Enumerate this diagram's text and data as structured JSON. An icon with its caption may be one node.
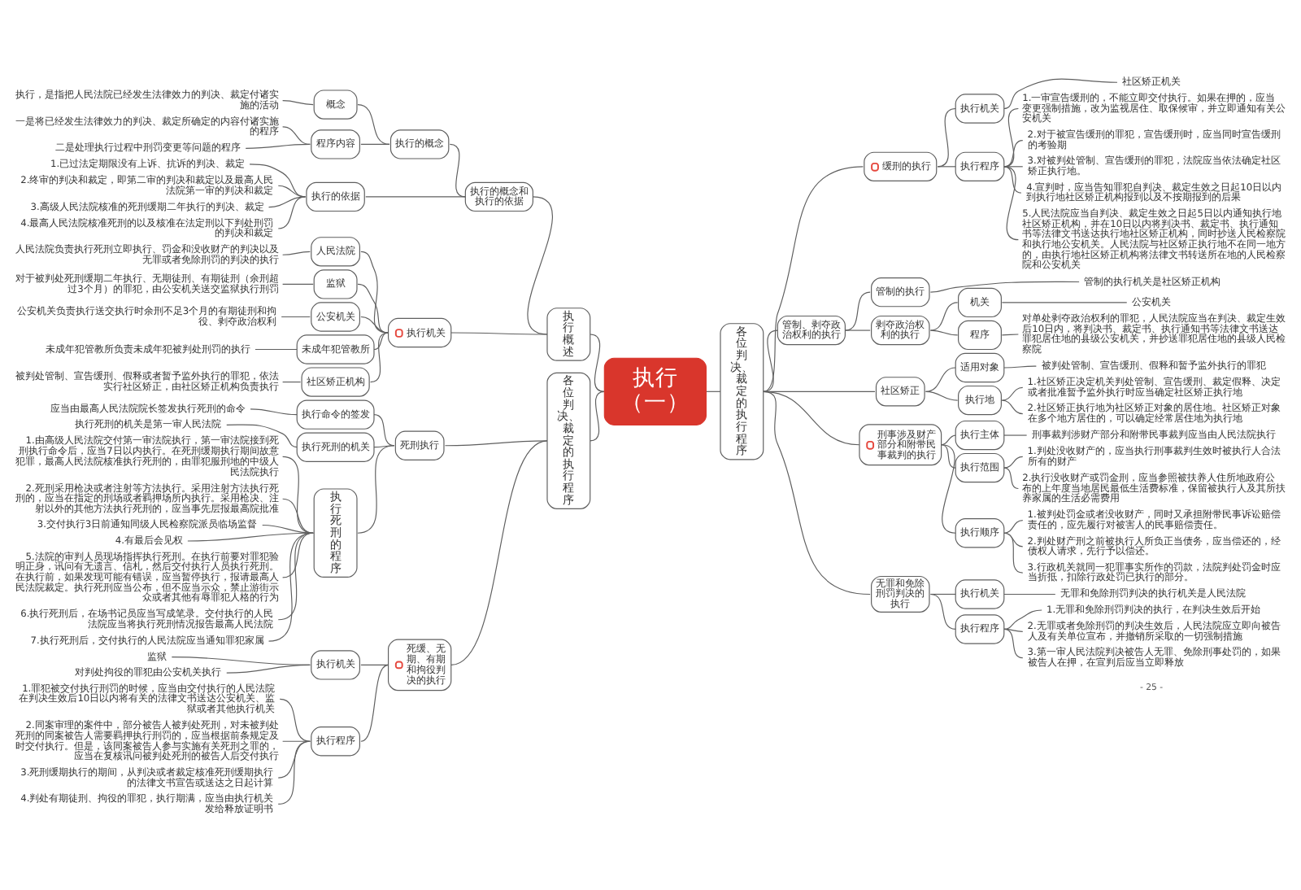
{
  "diagram": {
    "nodes": [
      {
        "text": [
          "执行",
          "（一）"
        ]
      },
      {
        "text": [
          "各位判决、裁定的执行程序"
        ]
      },
      {
        "text": [
          "缓刑的执行"
        ]
      },
      {
        "text": [
          "执行机关"
        ]
      },
      {
        "text": [
          "社区矫正机关"
        ]
      },
      {
        "text": [
          "执行程序"
        ]
      },
      {
        "text": [
          "1.一审宣告缓刑的，不能立即交付执行。如果在押的，应当变更强制措施，改为监视居住、取保候审，并立即通知有关公安机关"
        ]
      },
      {
        "text": [
          "2.对于被宣告缓刑的罪犯，宣告缓刑时，应当同时宣告缓刑的考验期"
        ]
      },
      {
        "text": [
          "3.对被判处管制、宣告缓刑的罪犯，法院应当依法确定社区矫正执行地。"
        ]
      },
      {
        "text": [
          "4.宣判时，应当告知罪犯自判决、裁定生效之日起10日以内到执行地社区矫正机构报到以及不按期报到的后果"
        ]
      },
      {
        "text": [
          "5.人民法院应当自判决、裁定生效之日起5日以内通知执行地社区矫正机构，并在10日以内将判决书、裁定书、执行通知书等法律文书送达执行地社区矫正机构，同时抄送人民检察院和执行地公安机关。人民法院与社区矫正执行地不在同一地方的，由执行地社区矫正机构将法律文书转送所在地的人民检察院和公安机关"
        ]
      },
      {
        "text": [
          "管制、剥夺政治权利的执行"
        ]
      },
      {
        "text": [
          "管制的执行"
        ]
      },
      {
        "text": [
          "管制的执行机关是社区矫正机构"
        ]
      },
      {
        "text": [
          "剥夺政治权利的执行"
        ]
      },
      {
        "text": [
          "机关"
        ]
      },
      {
        "text": [
          "公安机关"
        ]
      },
      {
        "text": [
          "程序"
        ]
      },
      {
        "text": [
          "对单处剥夺政治权利的罪犯，人民法院应当在判决、裁定生效后10日内，将判决书、裁定书、执行通知书等法律文书送达罪犯居住地的县级公安机关，并抄送罪犯居住地的县级人民检察院"
        ]
      },
      {
        "text": [
          "社区矫正"
        ]
      },
      {
        "text": [
          "适用对象"
        ]
      },
      {
        "text": [
          "被判处管制、宣告缓刑、假释和暂予监外执行的罪犯"
        ]
      },
      {
        "text": [
          "执行地"
        ]
      },
      {
        "text": [
          "1.社区矫正决定机关判处管制、宣告缓刑、裁定假释、决定或者批准暂予监外执行时应当确定社区矫正执行地"
        ]
      },
      {
        "text": [
          "2.社区矫正执行地为社区矫正对象的居住地。社区矫正对象在多个地方居住的，可以确定经常居住地为执行地"
        ]
      },
      {
        "text": [
          "刑事涉及财产部分和附带民事裁判的执行"
        ]
      },
      {
        "text": [
          "执行主体"
        ]
      },
      {
        "text": [
          "刑事裁判涉财产部分和附带民事裁判应当由人民法院执行"
        ]
      },
      {
        "text": [
          "执行范围"
        ]
      },
      {
        "text": [
          "1.判处没收财产的，应当执行刑事裁判生效时被执行人合法所有的财产"
        ]
      },
      {
        "text": [
          "2.执行没收财产或罚金刑，应当参照被扶养人住所地政府公布的上年度当地居民最低生活费标准，保留被执行人及其所扶养家属的生活必需费用"
        ]
      },
      {
        "text": [
          "执行顺序"
        ]
      },
      {
        "text": [
          "1.被判处罚金或者没收财产，同时又承担附带民事诉讼赔偿责任的，应先履行对被害人的民事赔偿责任。"
        ]
      },
      {
        "text": [
          "2.判处财产刑之前被执行人所负正当债务，应当偿还的，经债权人请求，先行予以偿还。"
        ]
      },
      {
        "text": [
          "3.行政机关就同一犯罪事实所作的罚款，法院判处罚金时应当折抵，扣除行政处罚已执行的部分。"
        ]
      },
      {
        "text": [
          "无罪和免除刑罚判决的执行"
        ]
      },
      {
        "text": [
          "执行机关"
        ]
      },
      {
        "text": [
          "无罪和免除刑罚判决的执行机关是人民法院"
        ]
      },
      {
        "text": [
          "执行程序"
        ]
      },
      {
        "text": [
          "1.无罪和免除刑罚判决的执行，在判决生效后开始"
        ]
      },
      {
        "text": [
          "2.无罪或者免除刑罚的判决生效后，人民法院应立即向被告人及有关单位宣布，并撤销所采取的一切强制措施"
        ]
      },
      {
        "text": [
          "3.第一审人民法院判决被告人无罪、免除刑事处罚的，如果被告人在押，在宣判后应当立即释放"
        ]
      },
      {
        "text": [
          "各位判决、裁定的执行程序"
        ]
      },
      {
        "text": [
          "死刑执行"
        ]
      },
      {
        "text": [
          "执行命令的签发"
        ]
      },
      {
        "text": [
          "应当由最高人民法院院长签发执行死刑的命令"
        ]
      },
      {
        "text": [
          "执行死刑的机关"
        ]
      },
      {
        "text": [
          "执行死刑的机关是第一审人民法院"
        ]
      },
      {
        "text": [
          "执行死刑的程序"
        ]
      },
      {
        "text": [
          "1.由高级人民法院交付第一审法院执行，第一审法院接到死刑执行命令后，应当7日以内执行。在死刑缓期执行期间故意犯罪，最高人民法院核准执行死刑的，由罪犯服刑地的中级人民法院执行"
        ]
      },
      {
        "text": [
          "2.死刑采用枪决或者注射等方法执行。采用注射方法执行死刑的，应当在指定的刑场或者羁押场所内执行。采用枪决、注射以外的其他方法执行死刑的，应当事先层报最高院批准"
        ]
      },
      {
        "text": [
          "3.交付执行3日前通知同级人民检察院派员临场监督"
        ]
      },
      {
        "text": [
          "4.有最后会见权"
        ]
      },
      {
        "text": [
          "5.法院的审判人员现场指挥执行死刑。在执行前要对罪犯验明正身，讯问有无遗言、信札，然后交付执行人员执行死刑。在执行前，如果发现可能有错误，应当暂停执行，报请最高人民法院裁定。执行死刑应当公布，但不应当示众，禁止游街示众或者其他有辱罪犯人格的行为"
        ]
      },
      {
        "text": [
          "6.执行死刑后，在场书记员应当写成笔录。交付执行的人民法院应当将执行死刑情况报告最高人民法院"
        ]
      },
      {
        "text": [
          "7.执行死刑后，交付执行的人民法院应当通知罪犯家属"
        ]
      },
      {
        "text": [
          "死缓、无期、有期和拘役判决的执行"
        ]
      },
      {
        "text": [
          "执行机关"
        ]
      },
      {
        "text": [
          "监狱"
        ]
      },
      {
        "text": [
          "对判处拘役的罪犯由公安机关执行"
        ]
      },
      {
        "text": [
          "执行程序"
        ]
      },
      {
        "text": [
          "1.罪犯被交付执行刑罚的时候，应当由交付执行的人民法院在判决生效后10日以内将有关的法律文书送达公安机关、监狱或者其他执行机关"
        ]
      },
      {
        "text": [
          "2.同案审理的案件中，部分被告人被判处死刑，对未被判处死刑的同案被告人需要羁押执行刑罚的，应当根据前条规定及时交付执行。但是，该同案被告人参与实施有关死刑之罪的，应当在复核讯问被判处死刑的被告人后交付执行"
        ]
      },
      {
        "text": [
          "3.死刑缓期执行的期间，从判决或者裁定核准死刑缓期执行的法律文书宣告或送达之日起计算"
        ]
      },
      {
        "text": [
          "4.判处有期徒刑、拘役的罪犯，执行期满，应当由执行机关发给释放证明书"
        ]
      },
      {
        "text": [
          "执行概述"
        ]
      },
      {
        "text": [
          "执行的概念和执行的依据"
        ]
      },
      {
        "text": [
          "执行的概念"
        ]
      },
      {
        "text": [
          "概念"
        ]
      },
      {
        "text": [
          "执行，是指把人民法院已经发生法律效力的判决、裁定付诸实施的活动"
        ]
      },
      {
        "text": [
          "程序内容"
        ]
      },
      {
        "text": [
          "一是将已经发生法律效力的判决、裁定所确定的内容付诸实施的程序"
        ]
      },
      {
        "text": [
          "二是处理执行过程中刑罚变更等问题的程序"
        ]
      },
      {
        "text": [
          "执行的依据"
        ]
      },
      {
        "text": [
          "1.已过法定期限没有上诉、抗诉的判决、裁定"
        ]
      },
      {
        "text": [
          "2.终审的判决和裁定，即第二审的判决和裁定以及最高人民法院第一审的判决和裁定"
        ]
      },
      {
        "text": [
          "3.高级人民法院核准的死刑缓期二年执行的判决、裁定"
        ]
      },
      {
        "text": [
          "4.最高人民法院核准死刑的以及核准在法定刑以下判处刑罚的判决和裁定"
        ]
      },
      {
        "text": [
          "执行机关"
        ]
      },
      {
        "text": [
          "人民法院"
        ]
      },
      {
        "text": [
          "人民法院负责执行死刑立即执行、罚金和没收财产的判决以及无罪或者免除刑罚的判决的执行"
        ]
      },
      {
        "text": [
          "监狱"
        ]
      },
      {
        "text": [
          "对于被判处死刑缓期二年执行、无期徒刑、有期徒刑（余刑超过3个月）的罪犯，由公安机关送交监狱执行刑罚"
        ]
      },
      {
        "text": [
          "公安机关"
        ]
      },
      {
        "text": [
          "公安机关负责执行送交执行时余刑不足3个月的有期徒刑和拘役、剥夺政治权利"
        ]
      },
      {
        "text": [
          "未成年犯管教所"
        ]
      },
      {
        "text": [
          "未成年犯管教所负责未成年犯被判处刑罚的执行"
        ]
      },
      {
        "text": [
          "社区矫正机构"
        ]
      },
      {
        "text": [
          "被判处管制、宣告缓刑、假释或者暂予监外执行的罪犯，依法实行社区矫正，由社区矫正机构负责执行"
        ]
      }
    ],
    "edges": [
      {
        "from": 0,
        "to": 1,
        "arrow": "none"
      },
      {
        "from": 1,
        "to": 2,
        "arrow": "none"
      },
      {
        "from": 2,
        "to": 3,
        "arrow": "none"
      },
      {
        "from": 3,
        "to": 4,
        "arrow": "none"
      },
      {
        "from": 2,
        "to": 5,
        "arrow": "none"
      },
      {
        "from": 5,
        "to": 6,
        "arrow": "none"
      },
      {
        "from": 5,
        "to": 7,
        "arrow": "none"
      },
      {
        "from": 5,
        "to": 8,
        "arrow": "none"
      },
      {
        "from": 5,
        "to": 9,
        "arrow": "none"
      },
      {
        "from": 5,
        "to": 10,
        "arrow": "none"
      },
      {
        "from": 1,
        "to": 11,
        "arrow": "none"
      },
      {
        "from": 11,
        "to": 12,
        "arrow": "none"
      },
      {
        "from": 12,
        "to": 13,
        "arrow": "none"
      },
      {
        "from": 11,
        "to": 14,
        "arrow": "none"
      },
      {
        "from": 14,
        "to": 15,
        "arrow": "none"
      },
      {
        "from": 15,
        "to": 16,
        "arrow": "none"
      },
      {
        "from": 14,
        "to": 17,
        "arrow": "none"
      },
      {
        "from": 17,
        "to": 18,
        "arrow": "none"
      },
      {
        "from": 1,
        "to": 19,
        "arrow": "none"
      },
      {
        "from": 19,
        "to": 20,
        "arrow": "none"
      },
      {
        "from": 20,
        "to": 21,
        "arrow": "none"
      },
      {
        "from": 19,
        "to": 22,
        "arrow": "none"
      },
      {
        "from": 22,
        "to": 23,
        "arrow": "none"
      },
      {
        "from": 22,
        "to": 24,
        "arrow": "none"
      },
      {
        "from": 1,
        "to": 25,
        "arrow": "none"
      },
      {
        "from": 25,
        "to": 26,
        "arrow": "none"
      },
      {
        "from": 26,
        "to": 27,
        "arrow": "none"
      },
      {
        "from": 25,
        "to": 28,
        "arrow": "none"
      },
      {
        "from": 28,
        "to": 29,
        "arrow": "none"
      },
      {
        "from": 28,
        "to": 30,
        "arrow": "none"
      },
      {
        "from": 25,
        "to": 31,
        "arrow": "none"
      },
      {
        "from": 31,
        "to": 32,
        "arrow": "none"
      },
      {
        "from": 31,
        "to": 33,
        "arrow": "none"
      },
      {
        "from": 31,
        "to": 34,
        "arrow": "none"
      },
      {
        "from": 1,
        "to": 35,
        "arrow": "none"
      },
      {
        "from": 35,
        "to": 36,
        "arrow": "none"
      },
      {
        "from": 36,
        "to": 37,
        "arrow": "none"
      },
      {
        "from": 35,
        "to": 38,
        "arrow": "none"
      },
      {
        "from": 38,
        "to": 39,
        "arrow": "none"
      },
      {
        "from": 38,
        "to": 40,
        "arrow": "none"
      },
      {
        "from": 38,
        "to": 41,
        "arrow": "none"
      },
      {
        "from": 0,
        "to": 42,
        "arrow": "none"
      },
      {
        "from": 42,
        "to": 43,
        "arrow": "none"
      },
      {
        "from": 43,
        "to": 44,
        "arrow": "none"
      },
      {
        "from": 44,
        "to": 45,
        "arrow": "none"
      },
      {
        "from": 43,
        "to": 46,
        "arrow": "none"
      },
      {
        "from": 46,
        "to": 47,
        "arrow": "none"
      },
      {
        "from": 43,
        "to": 48,
        "arrow": "none"
      },
      {
        "from": 48,
        "to": 49,
        "arrow": "none"
      },
      {
        "from": 48,
        "to": 50,
        "arrow": "none"
      },
      {
        "from": 48,
        "to": 51,
        "arrow": "none"
      },
      {
        "from": 48,
        "to": 52,
        "arrow": "none"
      },
      {
        "from": 48,
        "to": 53,
        "arrow": "none"
      },
      {
        "from": 48,
        "to": 54,
        "arrow": "none"
      },
      {
        "from": 48,
        "to": 55,
        "arrow": "none"
      },
      {
        "from": 42,
        "to": 56,
        "arrow": "none"
      },
      {
        "from": 56,
        "to": 57,
        "arrow": "none"
      },
      {
        "from": 57,
        "to": 58,
        "arrow": "none"
      },
      {
        "from": 57,
        "to": 59,
        "arrow": "none"
      },
      {
        "from": 56,
        "to": 60,
        "arrow": "none"
      },
      {
        "from": 60,
        "to": 61,
        "arrow": "none"
      },
      {
        "from": 60,
        "to": 62,
        "arrow": "none"
      },
      {
        "from": 60,
        "to": 63,
        "arrow": "none"
      },
      {
        "from": 60,
        "to": 64,
        "arrow": "none"
      },
      {
        "from": 0,
        "to": 65,
        "arrow": "none"
      },
      {
        "from": 65,
        "to": 66,
        "arrow": "none"
      },
      {
        "from": 66,
        "to": 67,
        "arrow": "none"
      },
      {
        "from": 67,
        "to": 68,
        "arrow": "none"
      },
      {
        "from": 68,
        "to": 69,
        "arrow": "none"
      },
      {
        "from": 67,
        "to": 70,
        "arrow": "none"
      },
      {
        "from": 70,
        "to": 71,
        "arrow": "none"
      },
      {
        "from": 70,
        "to": 72,
        "arrow": "none"
      },
      {
        "from": 66,
        "to": 73,
        "arrow": "none"
      },
      {
        "from": 73,
        "to": 74,
        "arrow": "none"
      },
      {
        "from": 73,
        "to": 75,
        "arrow": "none"
      },
      {
        "from": 73,
        "to": 76,
        "arrow": "none"
      },
      {
        "from": 73,
        "to": 77,
        "arrow": "none"
      },
      {
        "from": 65,
        "to": 78,
        "arrow": "none"
      },
      {
        "from": 78,
        "to": 79,
        "arrow": "none"
      },
      {
        "from": 79,
        "to": 80,
        "arrow": "none"
      },
      {
        "from": 78,
        "to": 81,
        "arrow": "none"
      },
      {
        "from": 81,
        "to": 82,
        "arrow": "none"
      },
      {
        "from": 78,
        "to": 83,
        "arrow": "none"
      },
      {
        "from": 83,
        "to": 84,
        "arrow": "none"
      },
      {
        "from": 78,
        "to": 85,
        "arrow": "none"
      },
      {
        "from": 85,
        "to": 86,
        "arrow": "none"
      },
      {
        "from": 78,
        "to": 87,
        "arrow": "none"
      },
      {
        "from": 87,
        "to": 88,
        "arrow": "none"
      }
    ],
    "labels": [
      "- 25 -"
    ]
  }
}
